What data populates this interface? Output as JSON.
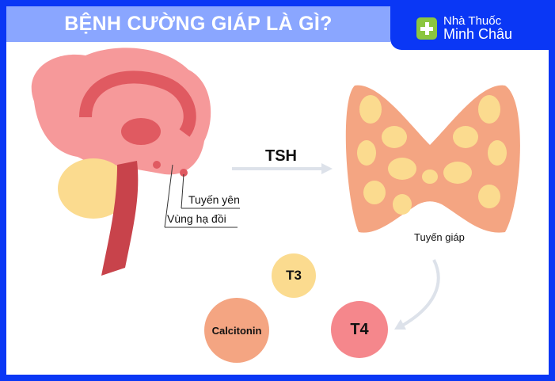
{
  "title": "BỆNH CƯỜNG GIÁP LÀ GÌ?",
  "logo": {
    "line1": "Nhà Thuốc",
    "line2": "Minh Châu"
  },
  "labels": {
    "pituitary": "Tuyến yên",
    "hypothalamus": "Vùng hạ đồi",
    "tsh": "TSH",
    "thyroid": "Tuyến giáp"
  },
  "hormones": {
    "t3": "T3",
    "t4": "T4",
    "calcitonin": "Calcitonin"
  }
}
